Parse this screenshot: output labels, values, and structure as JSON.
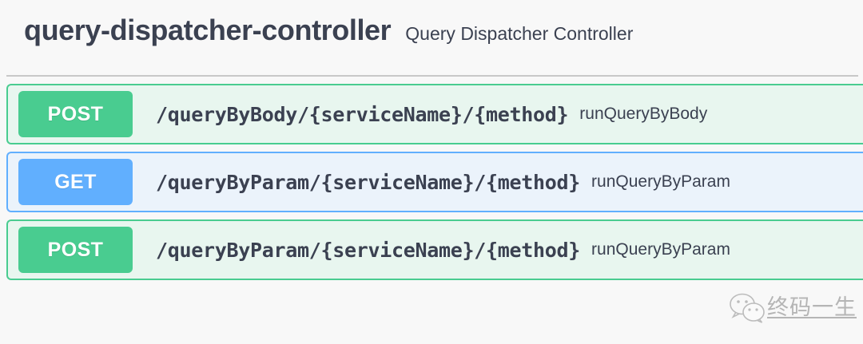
{
  "page": {
    "background_color": "#f8f8f8",
    "text_color": "#3b4151"
  },
  "header": {
    "title": "query-dispatcher-controller",
    "subtitle": "Query Dispatcher Controller"
  },
  "colors": {
    "post_accent": "#49cc90",
    "post_background": "#e8f6ef",
    "get_accent": "#61affe",
    "get_background": "#ebf3fb",
    "divider": "#c8c8c8"
  },
  "operations": [
    {
      "method": "POST",
      "path": "/queryByBody/{serviceName}/{method}",
      "summary": "runQueryByBody",
      "style": "post"
    },
    {
      "method": "GET",
      "path": "/queryByParam/{serviceName}/{method}",
      "summary": "runQueryByParam",
      "style": "get"
    },
    {
      "method": "POST",
      "path": "/queryByParam/{serviceName}/{method}",
      "summary": "runQueryByParam",
      "style": "post"
    }
  ],
  "watermark": {
    "text": "终码一生",
    "logo_icon": "wechat-logo-icon"
  }
}
